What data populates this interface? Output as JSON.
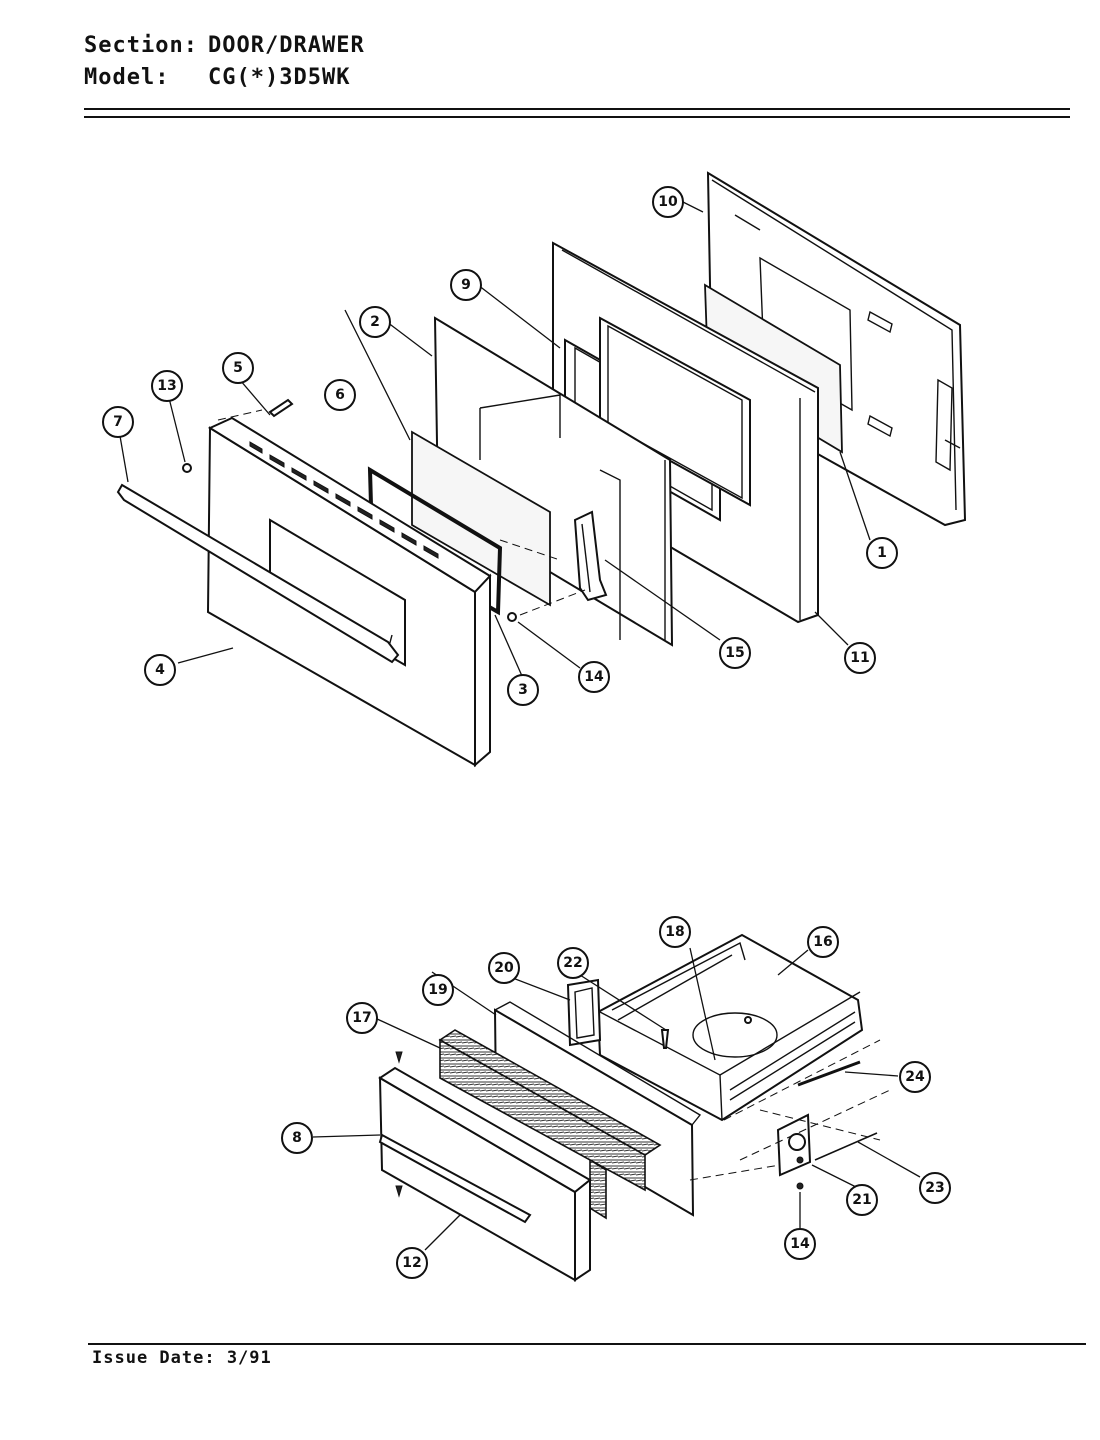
{
  "header": {
    "section_label": "Section:",
    "section_value": "DOOR/DRAWER",
    "model_label": "Model:",
    "model_value": "CG(*)3D5WK"
  },
  "footer": {
    "issue_date": "Issue Date: 3/91"
  },
  "callouts": [
    "10",
    "9",
    "2",
    "5",
    "13",
    "6",
    "7",
    "1",
    "15",
    "11",
    "4",
    "3",
    "14",
    "18",
    "16",
    "22",
    "20",
    "19",
    "17",
    "24",
    "8",
    "21",
    "23",
    "14",
    "12"
  ]
}
